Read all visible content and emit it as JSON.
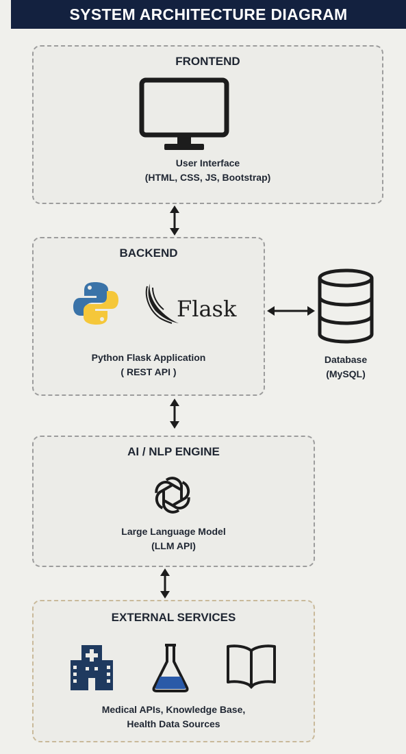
{
  "title": "SYSTEM ARCHITECTURE DIAGRAM",
  "frontend": {
    "title": "FRONTEND",
    "icon": "monitor-icon",
    "caption_line1": "User Interface",
    "caption_line2": "(HTML, CSS, JS, Bootstrap)"
  },
  "backend": {
    "title": "BACKEND",
    "icons": [
      "python-logo",
      "flask-logo"
    ],
    "flask_logo_text": "Flask",
    "caption_line1": "Python Flask Application",
    "caption_line2": "( REST API )"
  },
  "database": {
    "icon": "database-icon",
    "caption_line1": "Database",
    "caption_line2": "(MySQL)"
  },
  "ai_engine": {
    "title": "AI / NLP ENGINE",
    "icon": "openai-logo",
    "caption_line1": "Large Language Model",
    "caption_line2": "(LLM API)"
  },
  "external": {
    "title": "EXTERNAL SERVICES",
    "icons": [
      "hospital-icon",
      "flask-beaker-icon",
      "book-icon"
    ],
    "caption_line1": "Medical APIs, Knowledge Base,",
    "caption_line2": "Health Data Sources"
  },
  "colors": {
    "title_bar": "#13213f",
    "background": "#f0f0ec",
    "dashed_border": "#9c9c9c",
    "python_blue": "#3a73a8",
    "python_yellow": "#f5c73a",
    "hospital_blue": "#1f3a5f",
    "beaker_liquid": "#2a5aa8"
  }
}
